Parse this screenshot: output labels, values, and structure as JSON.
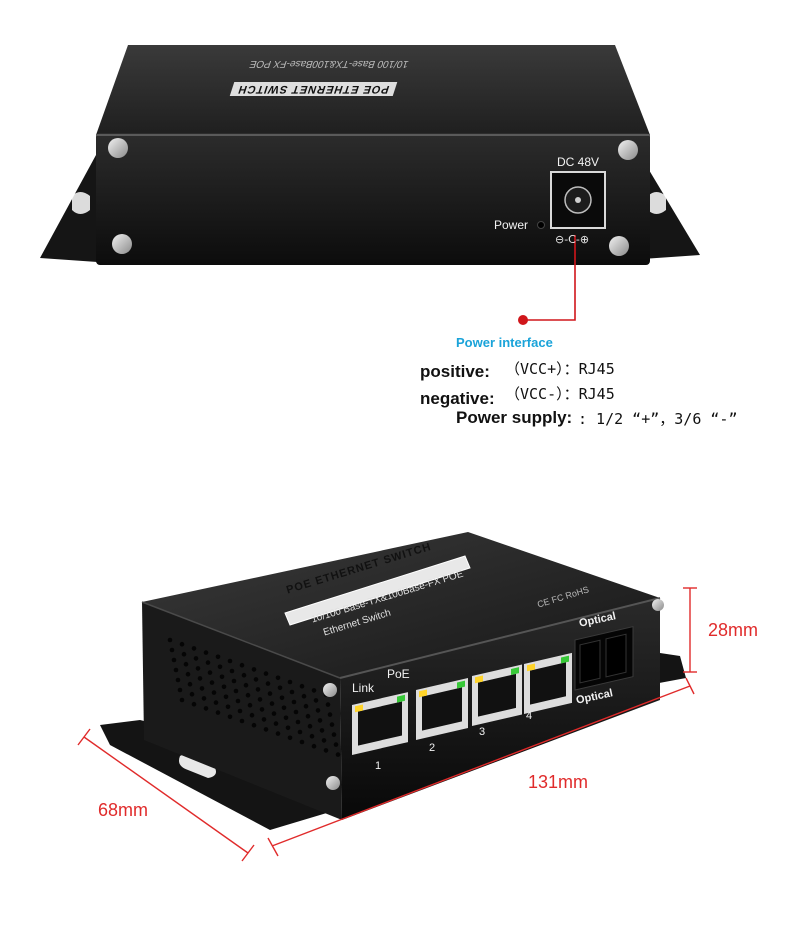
{
  "top_device": {
    "power_label": "Power",
    "dc_label": "DC 48V",
    "polarity_symbol": "⊖-C-⊕",
    "top_label_text": "POE ETHERNET SWITCH",
    "top_subtitle_text": "10/100 Base-TX&100Base-FX POE"
  },
  "callout": {
    "title": "Power interface",
    "title_color": "#1aa3d9",
    "line_color": "#d0161b",
    "rows": [
      {
        "label": "positive:",
        "value": "（VCC+）：RJ45"
      },
      {
        "label": "negative:",
        "value": "（VCC-）：RJ45"
      },
      {
        "label": "Power supply:",
        "value": ": 1/2 “+”，3/6 “-”"
      }
    ]
  },
  "bottom_device": {
    "top_label_text": "POE ETHERNET SWITCH",
    "subtitle_line1": "10/100 Base-TX&100Base-FX POE",
    "subtitle_line2": "Ethernet Switch",
    "link_label": "Link",
    "poe_label": "PoE",
    "optical_label_top": "Optical",
    "optical_label_bottom": "Optical",
    "port_numbers": [
      "1",
      "2",
      "3",
      "4"
    ],
    "cert_text": "CE FC RoHS"
  },
  "dimensions": {
    "height": "28mm",
    "length": "131mm",
    "width": "68mm",
    "color": "#e02b2b"
  }
}
